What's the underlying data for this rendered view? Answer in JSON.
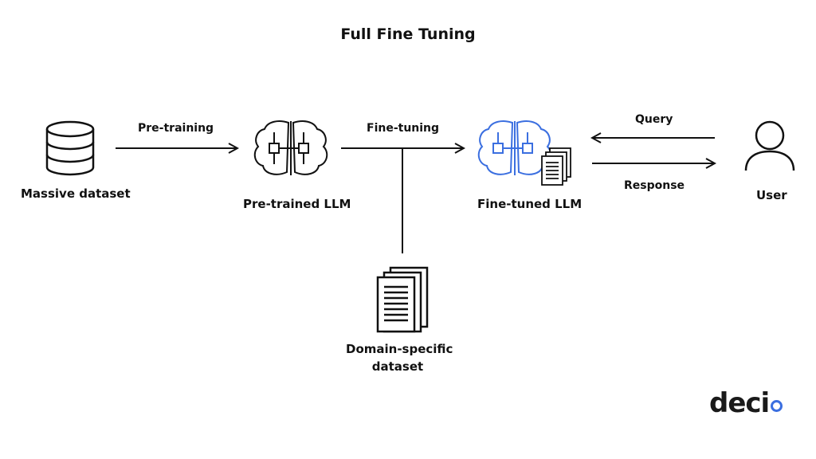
{
  "title": "Full Fine Tuning",
  "nodes": {
    "massive_dataset": "Massive dataset",
    "pretrained_llm": "Pre-trained LLM",
    "finetuned_llm": "Fine-tuned LLM",
    "user": "User",
    "domain_dataset_line1": "Domain-specific",
    "domain_dataset_line2": "dataset"
  },
  "edges": {
    "pretraining": "Pre-training",
    "finetuning": "Fine-tuning",
    "query": "Query",
    "response": "Response"
  },
  "logo": {
    "text": "deci"
  },
  "colors": {
    "accent": "#3b6fe0",
    "ink": "#111111"
  },
  "icons": [
    "database-icon",
    "brain-icon",
    "brain-blue-icon",
    "document-stack-icon",
    "user-icon"
  ]
}
